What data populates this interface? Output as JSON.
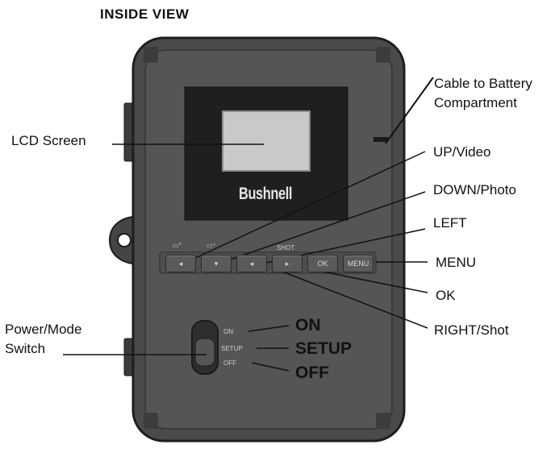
{
  "title": "INSIDE VIEW",
  "brand": "Bushnell",
  "callouts": {
    "cable_line1": "Cable to Battery",
    "cable_line2": "Compartment",
    "lcd": "LCD Screen",
    "up": "UP/Video",
    "down": "DOWN/Photo",
    "left": "LEFT",
    "menu": "MENU",
    "ok": "OK",
    "right": "RIGHT/Shot",
    "power_line1": "Power/Mode",
    "power_line2": "Switch"
  },
  "switch_positions": {
    "on": "ON",
    "setup": "SETUP",
    "off": "OFF"
  },
  "device_text": {
    "btn_ok": "OK",
    "btn_menu": "MENU",
    "sw_on": "ON",
    "sw_setup": "SETUP",
    "sw_off": "OFF",
    "shot_small": "SHOT"
  },
  "colors": {
    "body": "#4b4b4b",
    "body_edge": "#262626",
    "screen_frame": "#1f1f1f",
    "lcd": "#c9c9c9"
  }
}
